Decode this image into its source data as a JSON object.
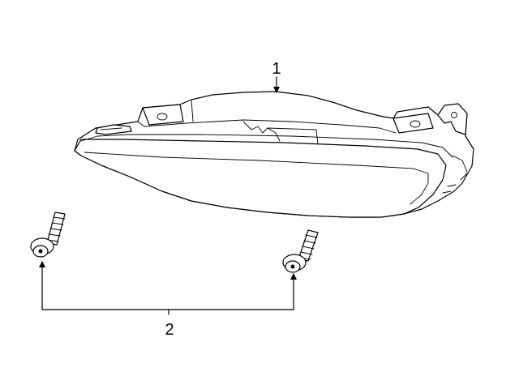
{
  "diagram": {
    "callouts": [
      {
        "id": "1",
        "label": "1",
        "part": "lamp-assembly"
      },
      {
        "id": "2",
        "label": "2",
        "part": "screws"
      }
    ]
  }
}
